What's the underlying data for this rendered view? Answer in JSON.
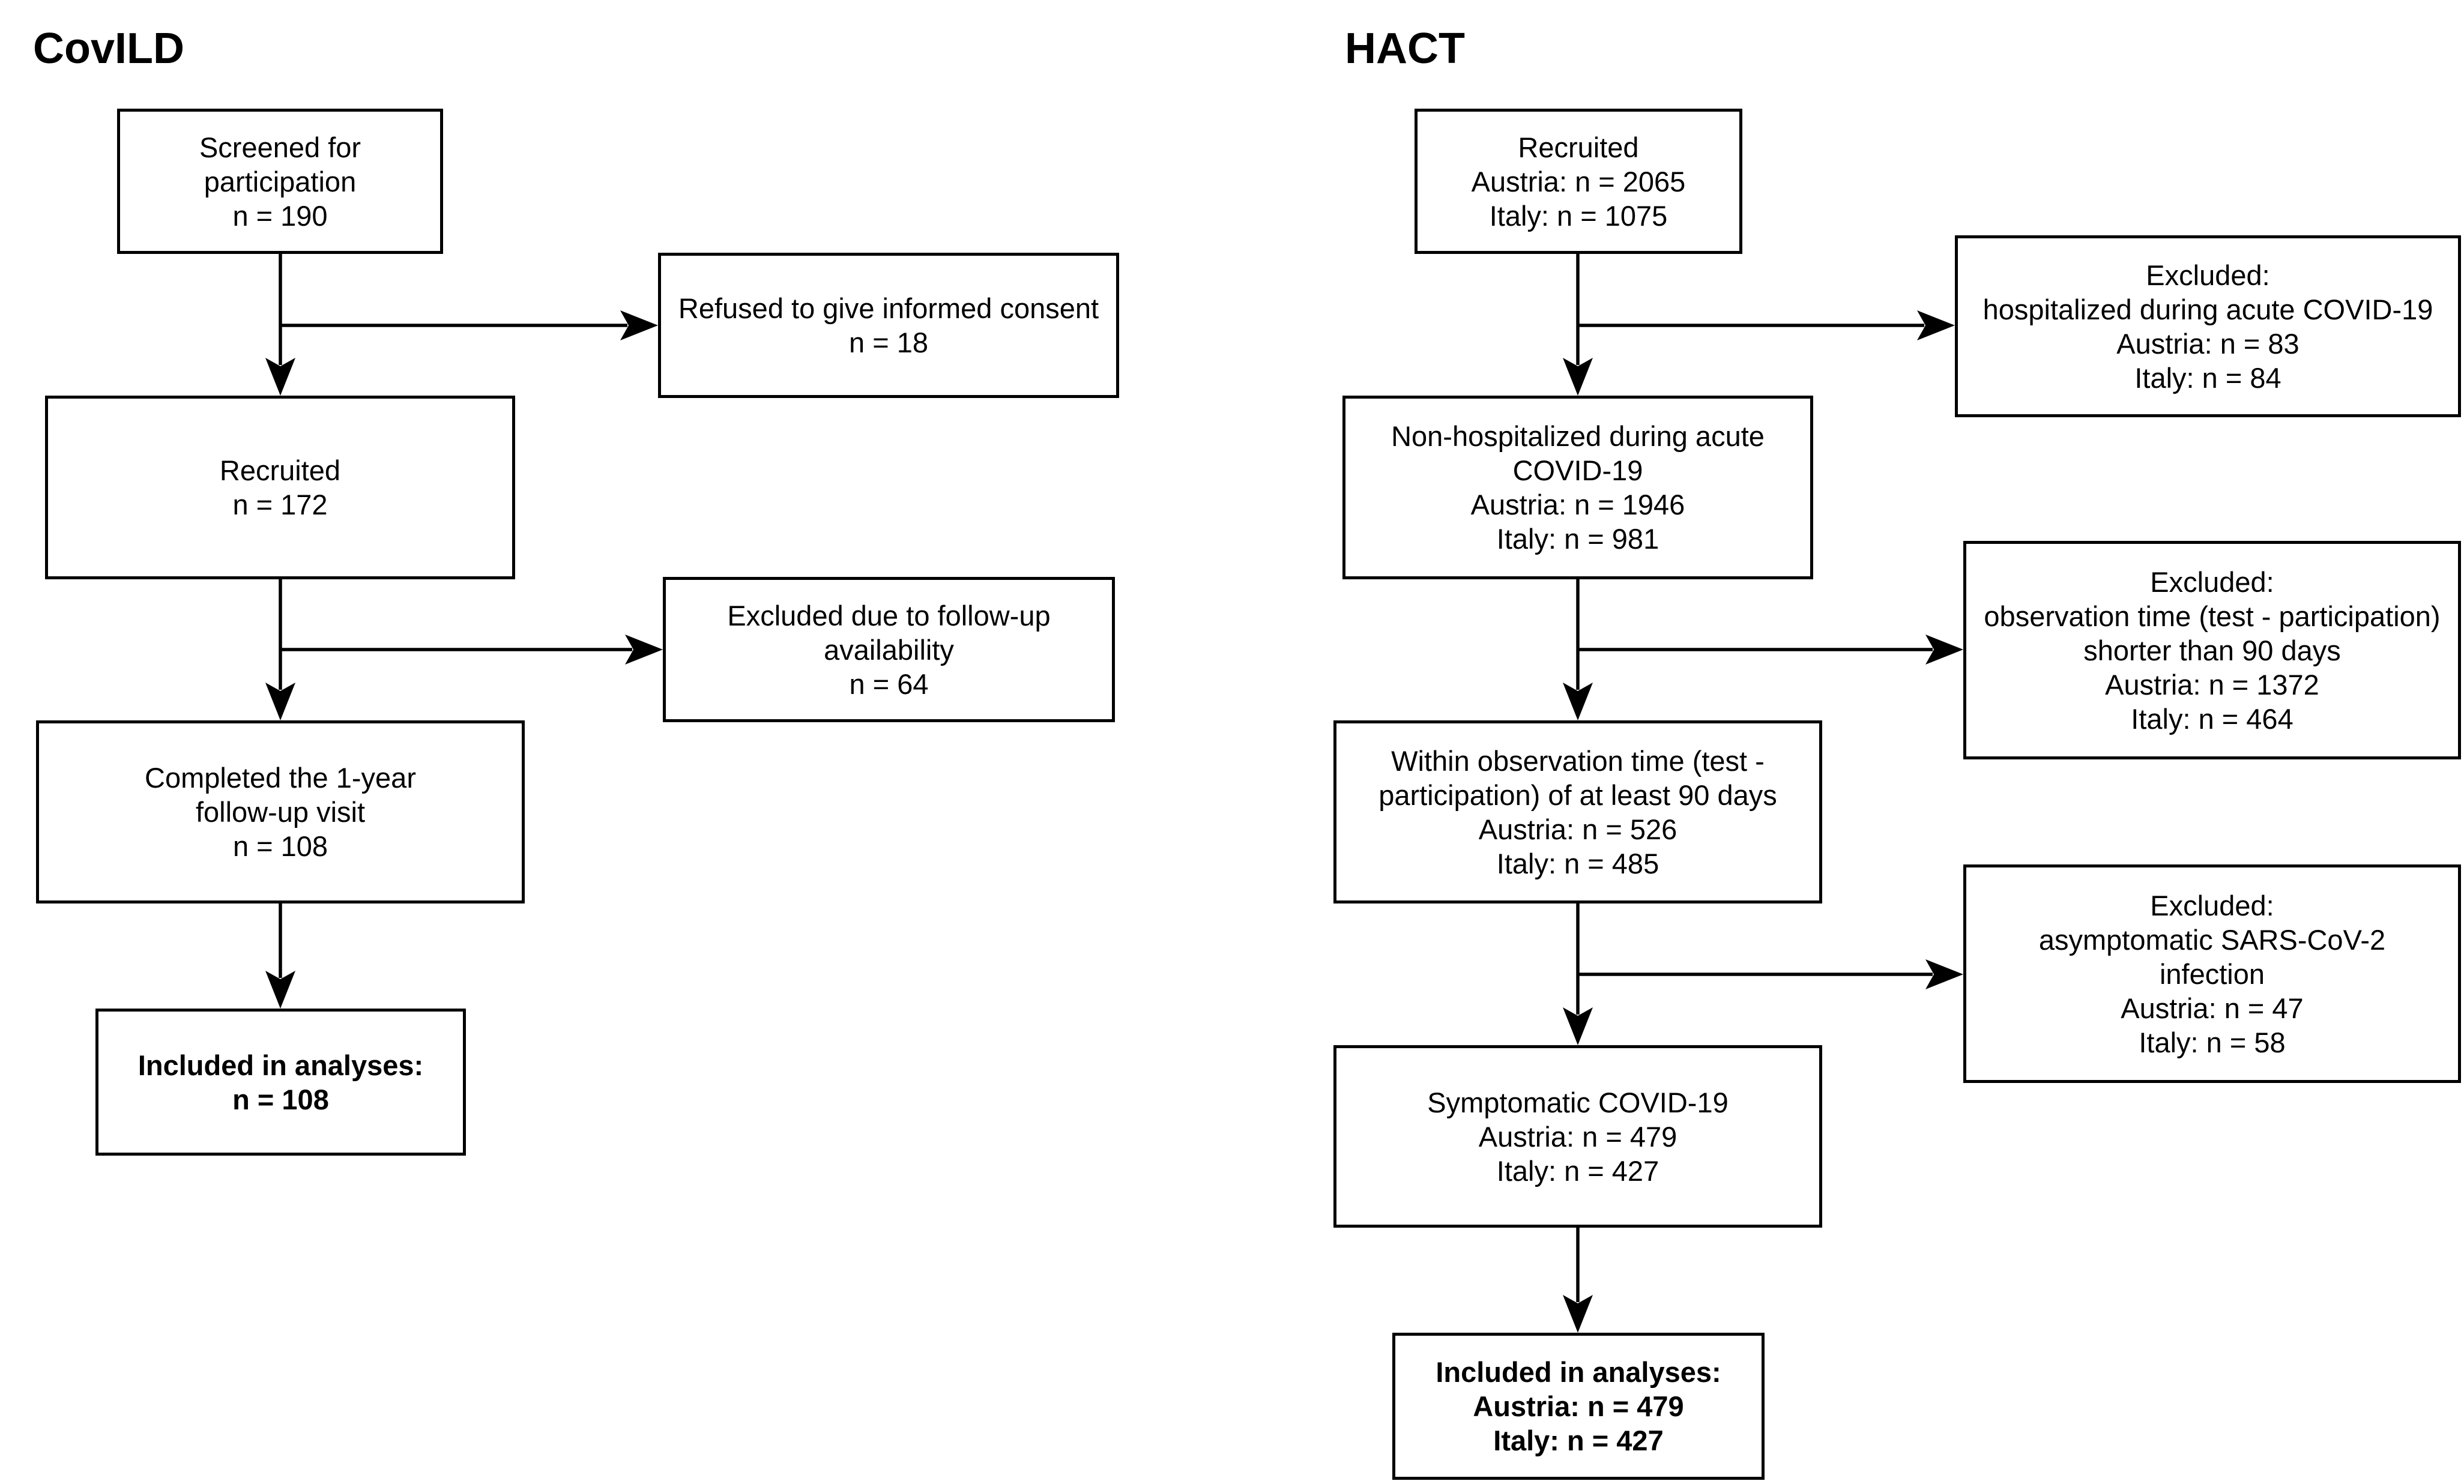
{
  "covild": {
    "title": "CovILD",
    "screened": [
      "Screened for",
      "participation",
      "n = 190"
    ],
    "refused": [
      "Refused to give informed consent",
      "n = 18"
    ],
    "recruited": [
      "Recruited",
      "n = 172"
    ],
    "excluded_followup": [
      "Excluded due to follow-up",
      "availability",
      "n = 64"
    ],
    "completed": [
      "Completed the 1-year",
      "follow-up visit",
      "n = 108"
    ],
    "included": [
      "Included in analyses:",
      "n = 108"
    ]
  },
  "hact": {
    "title": "HACT",
    "recruited": [
      "Recruited",
      "Austria: n = 2065",
      "Italy: n = 1075"
    ],
    "excluded_hosp": [
      "Excluded:",
      "hospitalized during acute COVID-19",
      "Austria: n = 83",
      "Italy: n = 84"
    ],
    "non_hosp": [
      "Non-hospitalized during acute",
      "COVID-19",
      "Austria: n = 1946",
      "Italy: n = 981"
    ],
    "excluded_obs": [
      "Excluded:",
      "observation time (test - participation)",
      "shorter than 90 days",
      "Austria: n = 1372",
      "Italy: n = 464"
    ],
    "within_obs": [
      "Within observation time (test -",
      "participation) of at least 90 days",
      "Austria: n = 526",
      "Italy: n = 485"
    ],
    "excluded_asym": [
      "Excluded:",
      "asymptomatic SARS-CoV-2",
      "infection",
      "Austria: n = 47",
      "Italy: n = 58"
    ],
    "symptomatic": [
      "Symptomatic COVID-19",
      "Austria: n = 479",
      "Italy: n = 427"
    ],
    "included": [
      "Included in analyses:",
      "Austria: n = 479",
      "Italy: n = 427"
    ]
  }
}
